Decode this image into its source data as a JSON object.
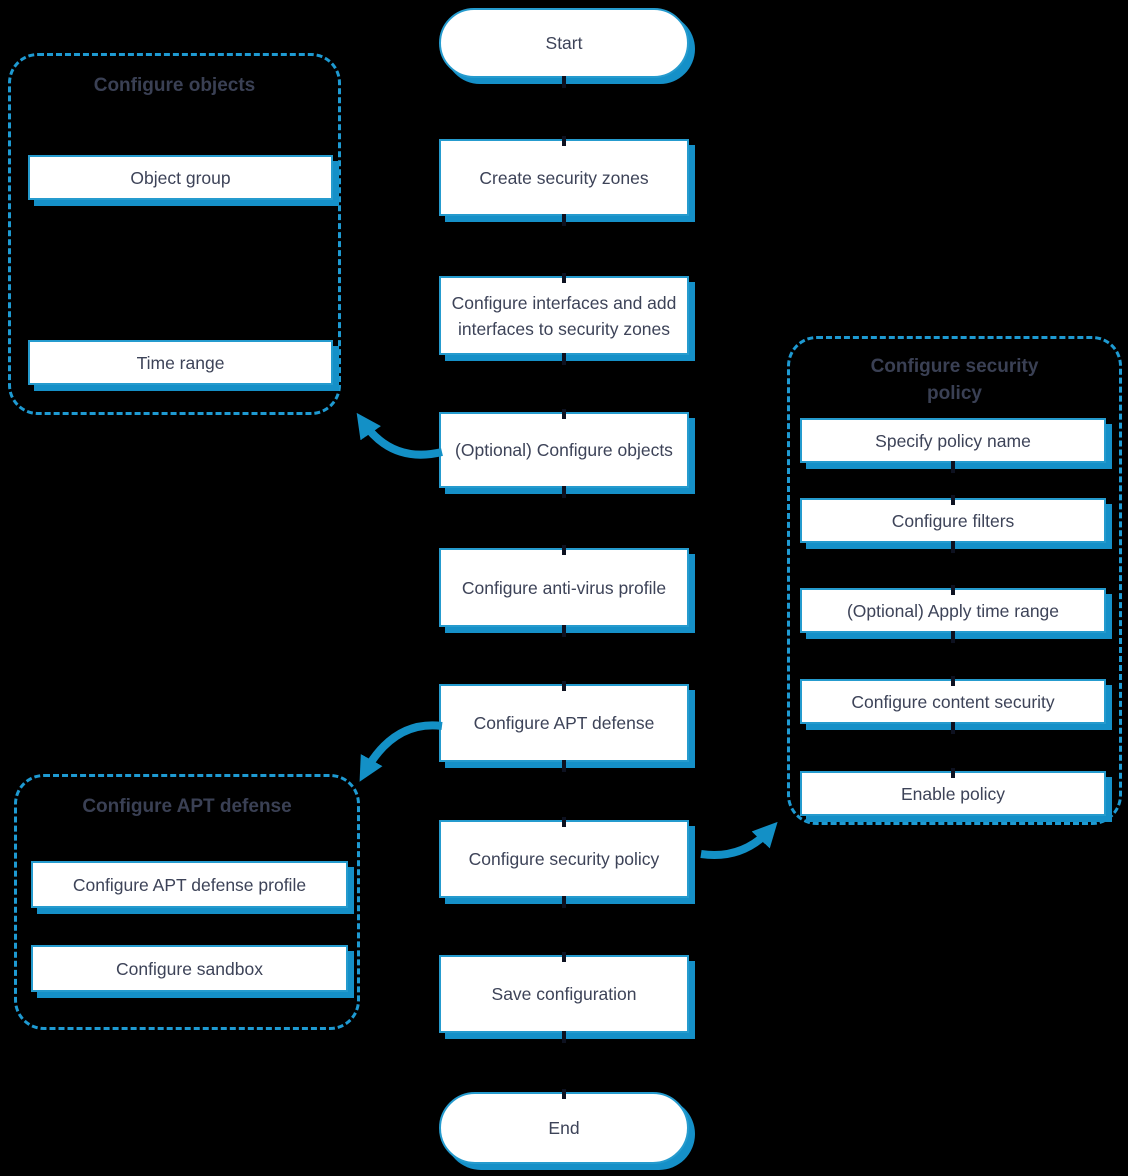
{
  "colors": {
    "background": "#000000",
    "box_fill": "#ffffff",
    "box_border_blue": "#259bce",
    "shadow_blue": "#1590c8",
    "dashed_border_blue": "#1e9ad2",
    "arrow_blue": "#1390c6",
    "text_navy": "#3d4358"
  },
  "flow": {
    "nodes": [
      {
        "label": "Start",
        "shape": "pill"
      },
      {
        "label": "Create security zones",
        "shape": "rect"
      },
      {
        "label": "Configure interfaces and add interfaces to security zones",
        "shape": "rect"
      },
      {
        "label": "(Optional) Configure objects",
        "shape": "rect"
      },
      {
        "label": "Configure anti-virus profile",
        "shape": "rect"
      },
      {
        "label": "Configure APT defense",
        "shape": "rect"
      },
      {
        "label": "Configure security policy",
        "shape": "rect"
      },
      {
        "label": "Save configuration",
        "shape": "rect"
      },
      {
        "label": "End",
        "shape": "pill"
      }
    ]
  },
  "groups": {
    "configure_objects": {
      "title": "Configure objects",
      "items": [
        "Object group",
        "Time range"
      ]
    },
    "configure_apt_defense": {
      "title": "Configure APT defense",
      "items": [
        "Configure APT defense profile",
        "Configure sandbox"
      ]
    },
    "configure_security_policy": {
      "title": "Configure security policy",
      "items": [
        "Specify policy name",
        "Configure filters",
        "(Optional) Apply time range",
        "Configure content security",
        "Enable policy"
      ]
    }
  },
  "arrows": [
    {
      "name": "to-configure-objects-group",
      "from": "(Optional) Configure objects",
      "to": "Configure objects group",
      "direction": "up-left"
    },
    {
      "name": "to-configure-apt-defense-group",
      "from": "Configure APT defense",
      "to": "Configure APT defense group",
      "direction": "down-left"
    },
    {
      "name": "to-configure-security-policy-group",
      "from": "Configure security policy",
      "to": "Configure security policy group",
      "direction": "up-right"
    }
  ]
}
